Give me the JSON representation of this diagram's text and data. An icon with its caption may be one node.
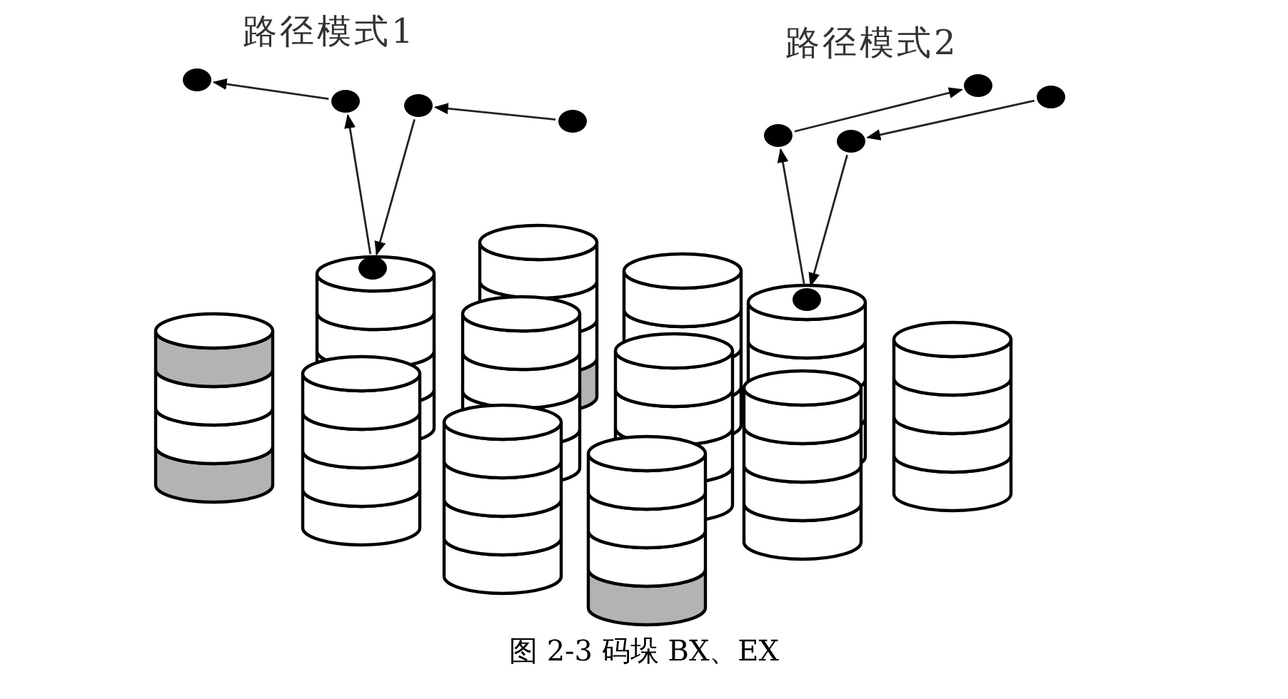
{
  "diagram": {
    "caption": "图 2-3 码垛 BX、EX",
    "nodes": [
      {
        "text": [],
        "shape": "circle"
      },
      {
        "text": [],
        "shape": "circle"
      },
      {
        "text": [],
        "shape": "circle"
      },
      {
        "text": [],
        "shape": "circle"
      },
      {
        "text": [],
        "shape": "circle"
      },
      {
        "text": [],
        "shape": "circle"
      },
      {
        "text": [],
        "shape": "circle"
      },
      {
        "text": [],
        "shape": "circle"
      },
      {
        "text": [],
        "shape": "circle"
      },
      {
        "text": [],
        "shape": "circle"
      }
    ],
    "edges": [
      {
        "from": 1,
        "to": 0,
        "arrow": "to"
      },
      {
        "from": 3,
        "to": 2,
        "arrow": "to"
      },
      {
        "from": 4,
        "to": 1,
        "arrow": "to"
      },
      {
        "from": 2,
        "to": 4,
        "arrow": "to"
      },
      {
        "from": 5,
        "to": 6,
        "arrow": "to"
      },
      {
        "from": 7,
        "to": 8,
        "arrow": "to"
      },
      {
        "from": 9,
        "to": 5,
        "arrow": "to"
      },
      {
        "from": 8,
        "to": 9,
        "arrow": "to"
      }
    ],
    "labels": [
      "路径模式1",
      "路径模式2"
    ]
  }
}
